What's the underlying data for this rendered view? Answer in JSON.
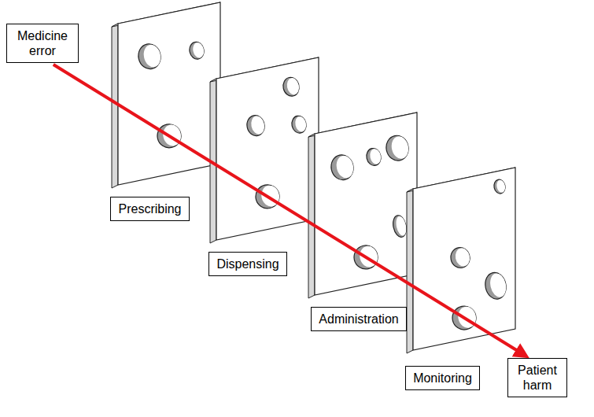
{
  "diagram": {
    "nodes": [
      {
        "text": [
          "Medicine error"
        ]
      },
      {
        "text": [
          "Prescribing"
        ]
      },
      {
        "text": [
          "Dispensing"
        ]
      },
      {
        "text": [
          "Administration"
        ]
      },
      {
        "text": [
          "Monitoring"
        ]
      },
      {
        "text": [
          "Patient harm"
        ]
      }
    ],
    "edges": [
      {
        "from": 0,
        "to": 5,
        "arrow": "to"
      }
    ]
  }
}
